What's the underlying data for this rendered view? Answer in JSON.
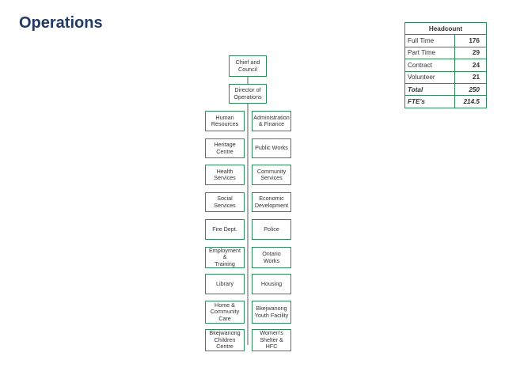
{
  "page": {
    "title": "Operations"
  },
  "org_chart": {
    "chief": "Chief and\nCouncil",
    "director": "Director of\nOperations",
    "left_column": [
      "Human\nResources",
      "Heritage\nCentre",
      "Health\nServices",
      "Social\nServices",
      "Fire Dept.",
      "Employment &\nTraining",
      "Library",
      "Home &\nCommunity\nCare",
      "Bkejwanong\nChildren\nCentre"
    ],
    "right_column": [
      "Administration\n& Finance",
      "Public Works",
      "Community\nServices",
      "Economic\nDevelopment",
      "Police",
      "Ontario Works",
      "Housing",
      "Bkejwanong\nYouth Facility",
      "Women's\nShelter & HFC"
    ]
  },
  "headcount": {
    "header": "Headcount",
    "rows": [
      {
        "label": "Full Time",
        "value": "176"
      },
      {
        "label": "Part Time",
        "value": "29"
      },
      {
        "label": "Contract",
        "value": "24"
      },
      {
        "label": "Volunteer",
        "value": "21"
      },
      {
        "label": "Total",
        "value": "250"
      },
      {
        "label": "FTE's",
        "value": "214.5"
      }
    ]
  },
  "colors": {
    "title": "#1f3a64",
    "border": "#2e8b57",
    "line": "#333333"
  }
}
